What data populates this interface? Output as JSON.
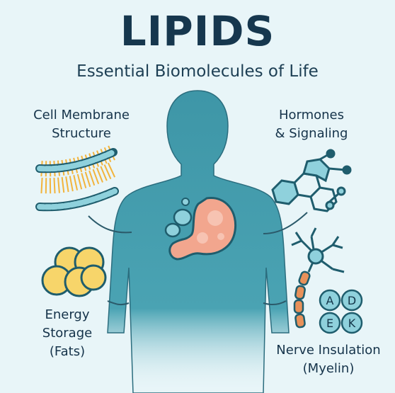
{
  "title": "LIPIDS",
  "subtitle": "Essential Biomolecules of Life",
  "labels": {
    "cell_membrane_line1": "Cell Membrane",
    "cell_membrane_line2": "Structure",
    "hormones_line1": "Hormones",
    "hormones_line2": "& Signaling",
    "energy_line1": "Energy",
    "energy_line2": "Storage",
    "energy_line3": "(Fats)",
    "nerve_line1": "Nerve Insulation",
    "nerve_line2": "(Myelin)"
  },
  "vitamins": {
    "a": "A",
    "d": "D",
    "e": "E",
    "k": "K"
  },
  "colors": {
    "background": "#e8f5f8",
    "body": "#3f97a8",
    "title": "#16374e",
    "fat": "#f7d56a",
    "stomach": "#f2a68e",
    "membrane_head": "#8fd1dc",
    "membrane_tail": "#f2b43c",
    "myelin": "#e8915a"
  }
}
